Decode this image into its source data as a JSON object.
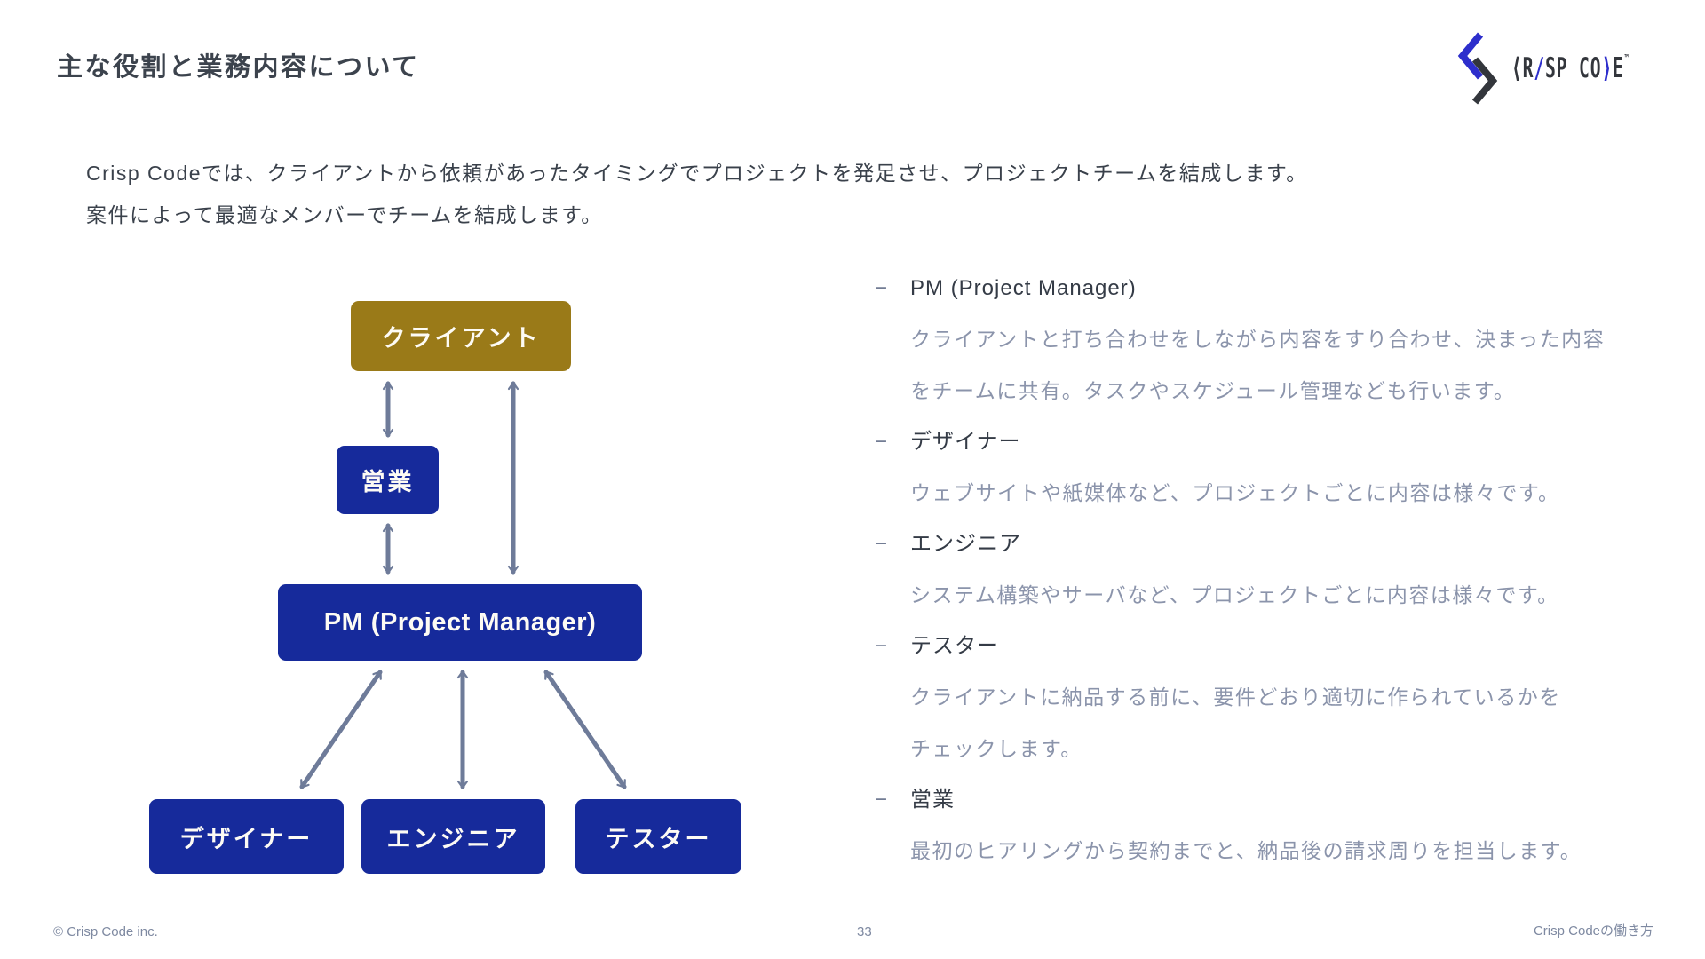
{
  "slide": {
    "title": "主な役割と業務内容について",
    "intro_line1": "Crisp Codeでは、クライアントから依頼があったタイミングでプロジェクトを発足させ、プロジェクトチームを結成します。",
    "intro_line2": "案件によって最適なメンバーでチームを結成します。"
  },
  "logo": {
    "wordmark": {
      "part1_dark": "⟨R",
      "part2_blue": "/",
      "part3_dark": "SP CO",
      "part4_blue": "⟩",
      "part5_dark": "E",
      "tm": "™"
    }
  },
  "diagram": {
    "nodes": {
      "client": {
        "label": "クライアント",
        "color": "#9a7a18"
      },
      "sales": {
        "label": "営業",
        "color": "#162a9b"
      },
      "pm": {
        "label": "PM (Project Manager)",
        "color": "#162a9b"
      },
      "designer": {
        "label": "デザイナー",
        "color": "#162a9b"
      },
      "engineer": {
        "label": "エンジニア",
        "color": "#162a9b"
      },
      "tester": {
        "label": "テスター",
        "color": "#162a9b"
      }
    },
    "arrow_color": "#6e7b99"
  },
  "roles": {
    "bullet": "−",
    "items": [
      {
        "name": "PM (Project Manager)",
        "desc_line1": "クライアントと打ち合わせをしながら内容をすり合わせ、決まった内容",
        "desc_line2": "をチームに共有。タスクやスケジュール管理なども行います。"
      },
      {
        "name": "デザイナー",
        "desc_line1": "ウェブサイトや紙媒体など、プロジェクトごとに内容は様々です。",
        "desc_line2": ""
      },
      {
        "name": "エンジニア",
        "desc_line1": "システム構築やサーバなど、プロジェクトごとに内容は様々です。",
        "desc_line2": ""
      },
      {
        "name": "テスター",
        "desc_line1": "クライアントに納品する前に、要件どおり適切に作られているかを",
        "desc_line2": "チェックします。"
      },
      {
        "name": "営業",
        "desc_line1": "最初のヒアリングから契約までと、納品後の請求周りを担当します。",
        "desc_line2": ""
      }
    ]
  },
  "footer": {
    "copyright": "© Crisp Code inc.",
    "page_number": "33",
    "doc_title": "Crisp Codeの働き方"
  },
  "colors": {
    "navy": "#162a9b",
    "gold": "#9a7a18",
    "arrow_gray": "#6e7b99",
    "logo_blue": "#2d2ecc",
    "body_text": "#3a414b",
    "muted_text": "#8b94ab",
    "footer_text": "#7e89a1"
  }
}
